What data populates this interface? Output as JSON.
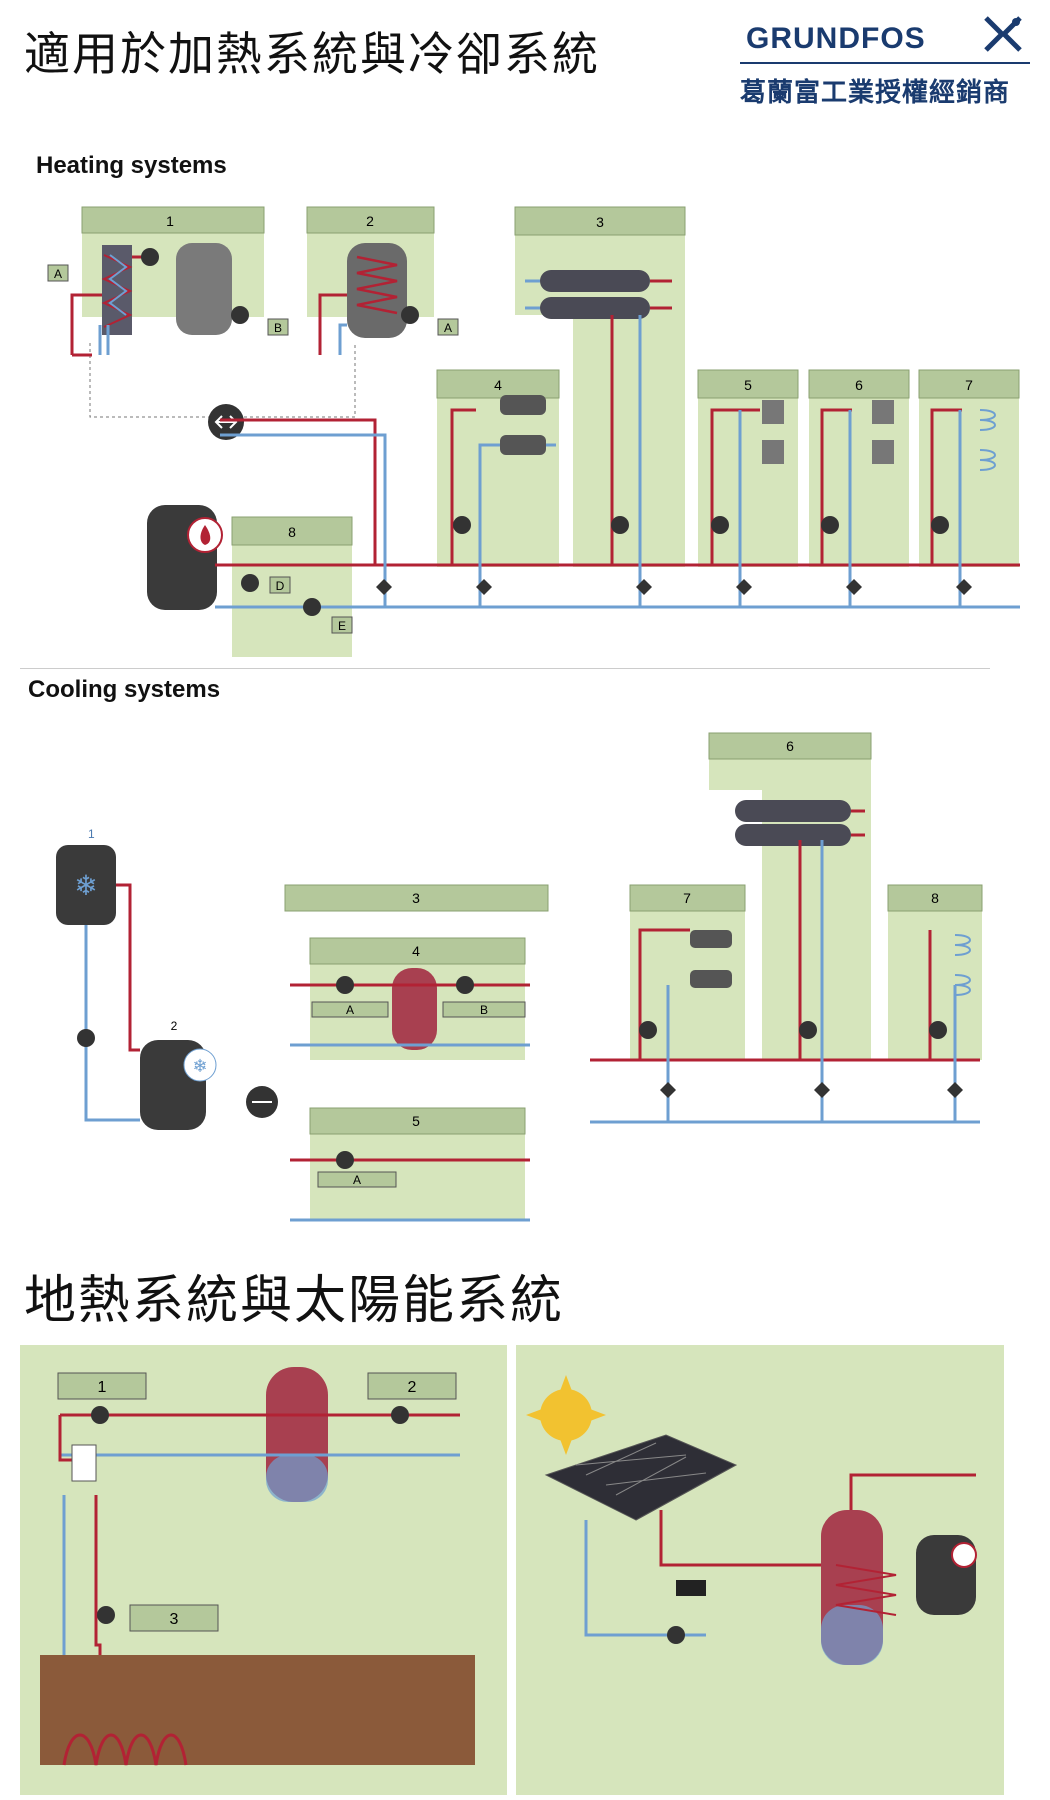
{
  "header": {
    "title": "適用於加熱系統與冷卻系統",
    "brand": "GRUNDFOS",
    "dealer": "葛蘭富工業授權經銷商"
  },
  "heating": {
    "title": "Heating systems",
    "zones": [
      "1",
      "2",
      "3",
      "4",
      "5",
      "6",
      "7",
      "8"
    ],
    "tags": [
      "A",
      "B",
      "A",
      "D",
      "E"
    ]
  },
  "cooling": {
    "title": "Cooling systems",
    "zones": [
      "1",
      "2",
      "3",
      "4",
      "5",
      "6",
      "7",
      "8"
    ],
    "tags": [
      "A",
      "B",
      "A"
    ]
  },
  "renewable": {
    "title": "地熱系統與太陽能系統",
    "zones": [
      "1",
      "2",
      "3"
    ]
  },
  "colors": {
    "supply": "#b22234",
    "return": "#6e9fd1",
    "zone_bg": "#d6e5bc",
    "zone_header": "#b4c89b",
    "boiler": "#3a3a3a",
    "brand": "#1a3b6f"
  }
}
